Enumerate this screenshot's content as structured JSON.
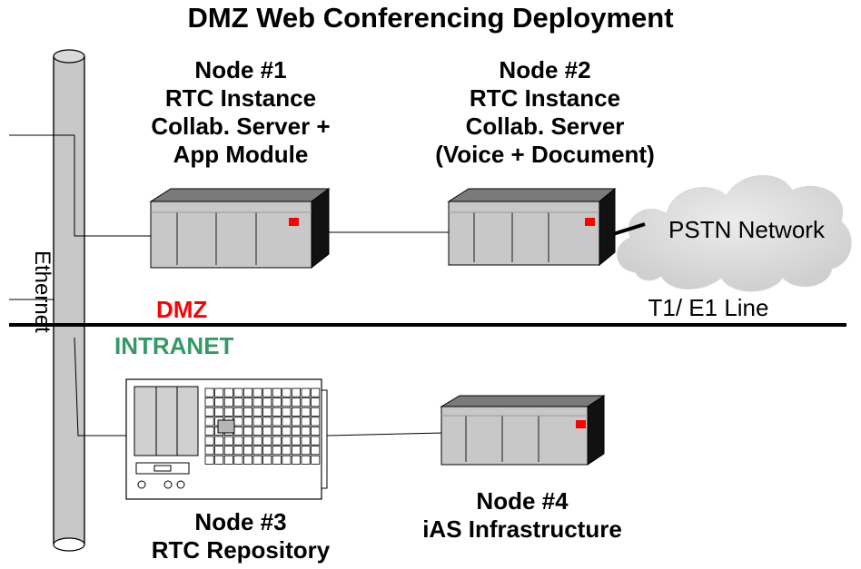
{
  "title": "DMZ Web Conferencing Deployment",
  "nodes": [
    {
      "lines": [
        "Node #1",
        "RTC Instance",
        "Collab. Server +",
        "App Module"
      ]
    },
    {
      "lines": [
        "Node #2",
        "RTC Instance",
        "Collab. Server",
        "(Voice + Document)"
      ]
    },
    {
      "lines": [
        "Node #3",
        "RTC Repository"
      ]
    },
    {
      "lines": [
        "Node #4",
        "iAS Infrastructure"
      ]
    }
  ],
  "network": {
    "pstn": "PSTN Network",
    "line": "T1/ E1 Line",
    "ethernet": "Ethernet"
  },
  "zones": {
    "dmz": "DMZ",
    "intranet": "INTRANET"
  },
  "colors": {
    "dmz": "#ff0000",
    "intranet": "#339966",
    "server_body": "#c8c8c8",
    "server_top": "#7a7a7a",
    "server_side": "#000000",
    "led": "#ff0000",
    "cloud": "#e2e2e2"
  }
}
